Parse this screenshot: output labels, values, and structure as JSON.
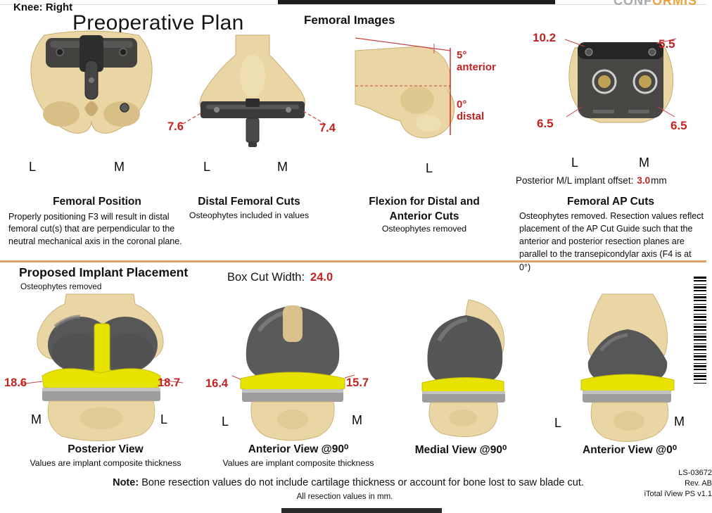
{
  "header": {
    "knee_label": "Knee: Right",
    "title": "Preoperative Plan",
    "section_heading": "Femoral Images",
    "logo_gray": "CONF",
    "logo_orange": "ORMIS"
  },
  "femoral": {
    "panels": [
      {
        "title": "Femoral Position",
        "description": "Properly positioning F3 will result in distal femoral cut(s) that are perpendicular to the neutral mechanical axis in the coronal plane.",
        "left_label": "L",
        "right_label": "M"
      },
      {
        "title": "Distal Femoral Cuts",
        "description": "Osteophytes included in values",
        "left_value": "7.6",
        "right_value": "7.4",
        "left_label": "L",
        "right_label": "M"
      },
      {
        "title_line1": "Flexion for Distal and",
        "title_line2": "Anterior Cuts",
        "description": "Osteophytes removed",
        "anterior_value": "5°",
        "anterior_label": "anterior",
        "distal_value": "0°",
        "distal_label": "distal",
        "left_label": "L"
      },
      {
        "title": "Femoral AP Cuts",
        "offset_label": "Posterior M/L implant offset:",
        "offset_value": "3.0",
        "offset_unit": "mm",
        "description": "Osteophytes removed. Resection values reflect placement of the AP Cut Guide such that the anterior and posterior resection planes are parallel to the transepicondylar axis (F4 is at 0°)",
        "top_left_value": "10.2",
        "top_right_value": "5.5",
        "bottom_left_value": "6.5",
        "bottom_right_value": "6.5",
        "left_label": "L",
        "right_label": "M"
      }
    ]
  },
  "implant": {
    "heading": "Proposed Implant Placement",
    "subheading": "Osteophytes removed",
    "box_cut_label": "Box Cut Width:",
    "box_cut_value": "24.0",
    "views": [
      {
        "title": "Posterior View",
        "subtitle": "Values are implant composite thickness",
        "left_value": "18.6",
        "right_value": "18.7",
        "left_label": "M",
        "right_label": "L"
      },
      {
        "title": "Anterior View @90⁰",
        "subtitle": "Values are implant composite thickness",
        "left_value": "16.4",
        "right_value": "15.7",
        "left_label": "L",
        "right_label": "M"
      },
      {
        "title": "Medial View @90⁰"
      },
      {
        "title": "Anterior View @0⁰",
        "left_label": "L",
        "right_label": "M"
      }
    ]
  },
  "footer": {
    "note_label": "Note:",
    "note_text": "Bone resection values do not include cartilage thickness or account for bone lost to saw blade cut.",
    "note_sub": "All resection values in mm.",
    "doc_line1": "LS-03672",
    "doc_line2": "Rev. AB",
    "doc_line3": "iTotal iView PS v1.1"
  },
  "colors": {
    "measurement_red": "#c32222",
    "divider_orange": "#dfa066",
    "logo_orange": "#e8a33d",
    "bone_tan": "#e9d6a4",
    "implant_gray": "#575757",
    "insert_yellow": "#e8e200"
  }
}
